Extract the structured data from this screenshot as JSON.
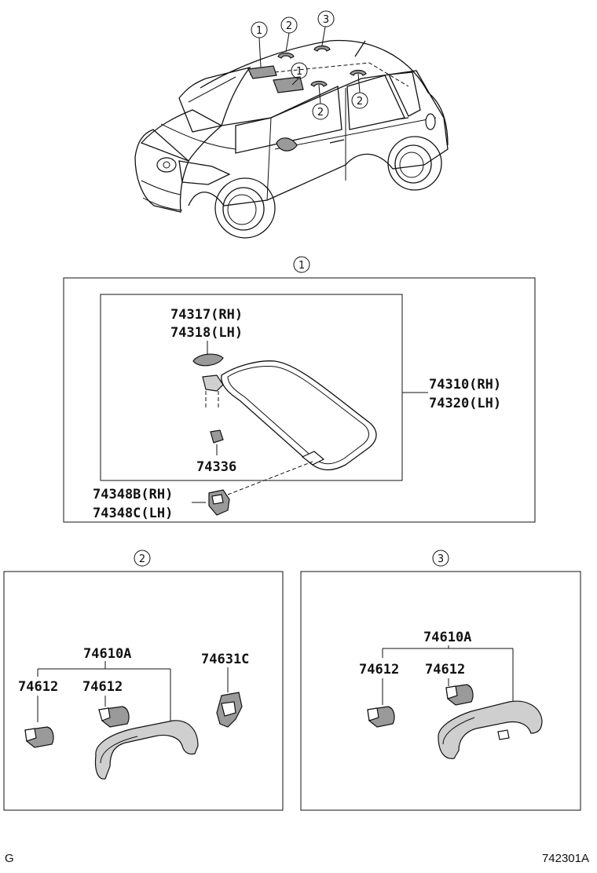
{
  "overview": {
    "callouts": [
      "1",
      "2",
      "3",
      "1",
      "2",
      "2"
    ]
  },
  "section1": {
    "marker": "1",
    "labels": {
      "clip_rh": "74317(RH)",
      "clip_lh": "74318(LH)",
      "visor_rh": "74310(RH)",
      "visor_lh": "74320(LH)",
      "screw": "74336",
      "holder_rh": "74348B(RH)",
      "holder_lh": "74348C(LH)"
    }
  },
  "section2": {
    "marker": "2",
    "labels": {
      "grip_assy": "74610A",
      "cap_left": "74612",
      "cap_right": "74612",
      "bracket": "74631C"
    }
  },
  "section3": {
    "marker": "3",
    "labels": {
      "grip_assy": "74610A",
      "cap_left": "74612",
      "cap_right": "74612"
    }
  },
  "footer": {
    "left_code": "G",
    "right_code": "742301A"
  }
}
